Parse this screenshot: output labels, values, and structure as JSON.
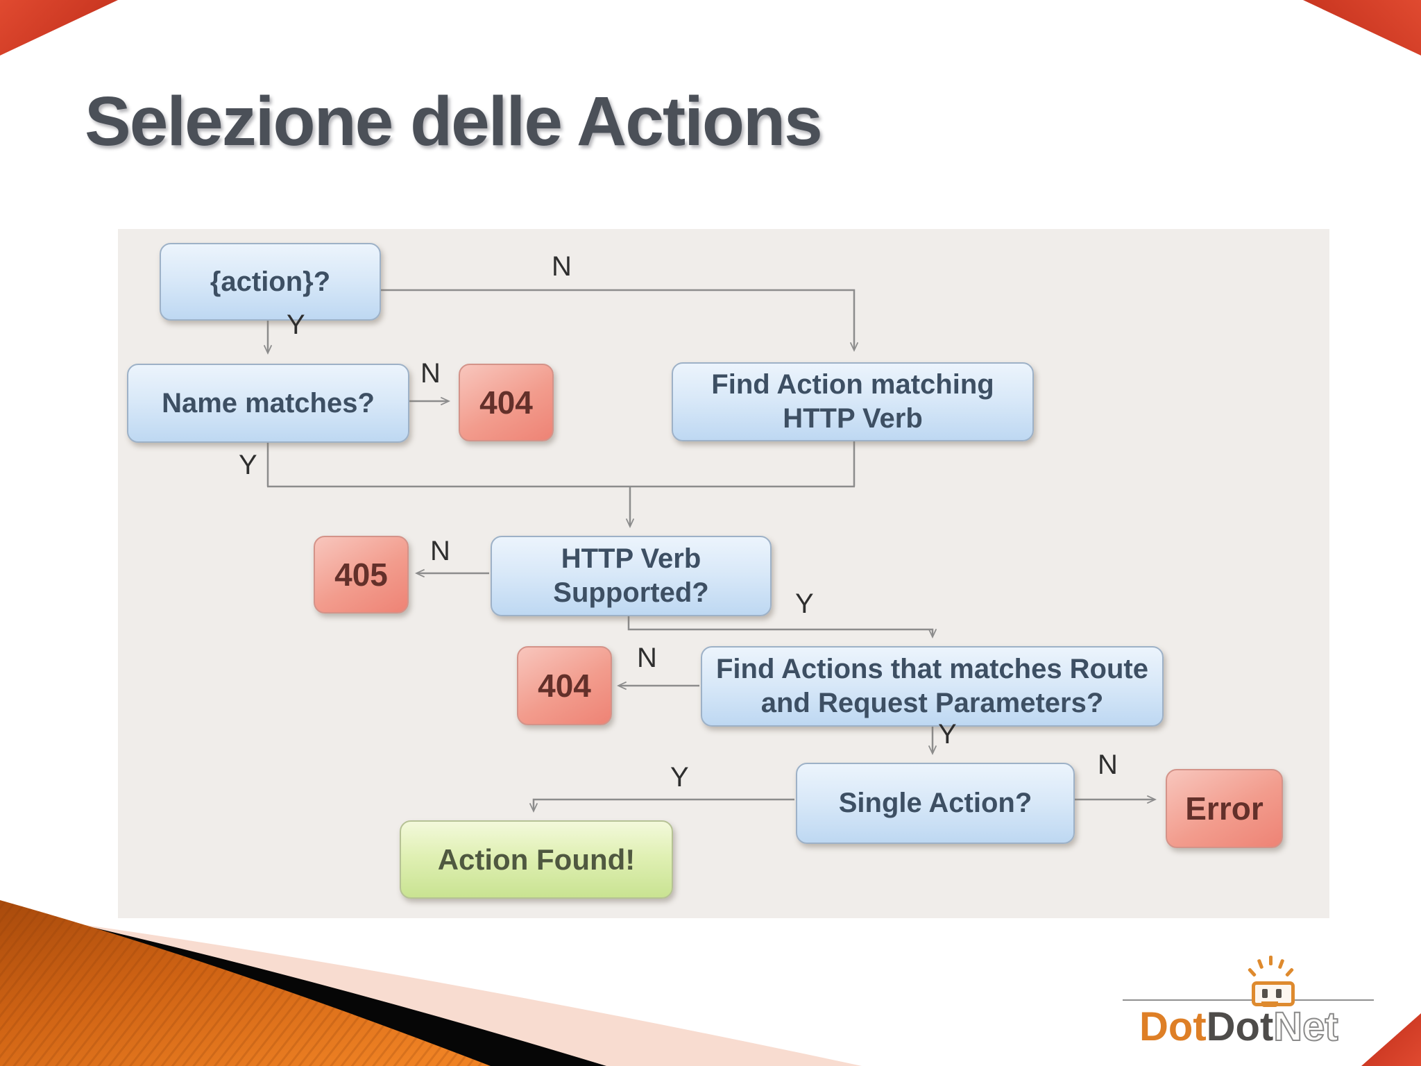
{
  "slide": {
    "title": "Selezione delle Actions",
    "background_color": "#ffffff",
    "panel_color": "#f0edea",
    "accent_red": "#cf3a26",
    "accent_orange": "#d06418"
  },
  "flowchart": {
    "nodes": [
      {
        "id": "action-question",
        "text": "{action}?",
        "type": "blue"
      },
      {
        "id": "name-matches",
        "text": "Name matches?",
        "type": "blue"
      },
      {
        "id": "status-404-name",
        "text": "404",
        "type": "red"
      },
      {
        "id": "find-action-http-verb",
        "text": "Find Action matching\nHTTP Verb",
        "type": "blue"
      },
      {
        "id": "status-405",
        "text": "405",
        "type": "red"
      },
      {
        "id": "http-verb-supported",
        "text": "HTTP Verb\nSupported?",
        "type": "blue"
      },
      {
        "id": "status-404-route",
        "text": "404",
        "type": "red"
      },
      {
        "id": "find-actions-route-params",
        "text": "Find Actions that matches Route\nand Request Parameters?",
        "type": "blue"
      },
      {
        "id": "single-action",
        "text": "Single Action?",
        "type": "blue"
      },
      {
        "id": "error",
        "text": "Error",
        "type": "red"
      },
      {
        "id": "action-found",
        "text": "Action Found!",
        "type": "green"
      }
    ],
    "edge_labels": [
      {
        "edge": "action-to-find-action",
        "text": "N"
      },
      {
        "edge": "action-to-name-matches",
        "text": "Y"
      },
      {
        "edge": "name-matches-to-404",
        "text": "N"
      },
      {
        "edge": "name-matches-merge",
        "text": "Y"
      },
      {
        "edge": "http-verb-to-405",
        "text": "N"
      },
      {
        "edge": "http-verb-to-find-actions",
        "text": "Y"
      },
      {
        "edge": "find-actions-to-404",
        "text": "N"
      },
      {
        "edge": "find-actions-to-single-action",
        "text": "Y"
      },
      {
        "edge": "single-action-to-error",
        "text": "N"
      },
      {
        "edge": "single-action-to-action-found",
        "text": "Y"
      }
    ],
    "node_colors": {
      "blue_fill": "#d8e8f8",
      "blue_border": "#9db1c7",
      "blue_text": "#3d4f63",
      "red_fill": "#f29c8d",
      "red_border": "#d49389",
      "red_text": "#63302a",
      "green_fill": "#e0f0b4",
      "green_border": "#b6c295",
      "green_text": "#4f5840",
      "connector": "#8c8c8c"
    }
  },
  "logo": {
    "dot1": "Dot",
    "dot2": "Dot",
    "net": "Net"
  }
}
